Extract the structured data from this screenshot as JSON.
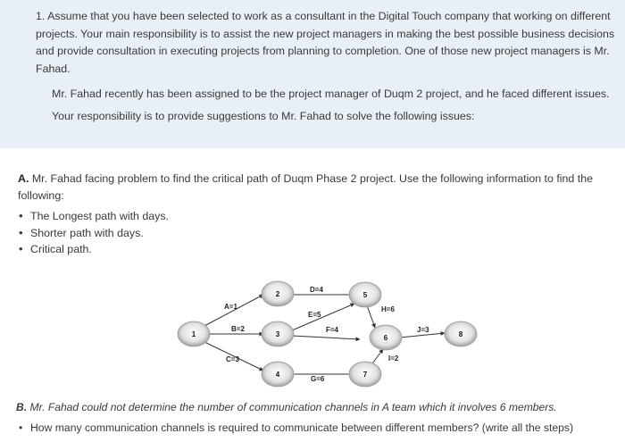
{
  "question1": {
    "number": "1.",
    "intro": "Assume that you have been selected to work as a consultant in the Digital Touch company that working on different projects. Your main responsibility is to assist the new project managers in making the best possible business decisions and provide consultation in executing projects from planning to completion. One of those new project managers is Mr. Fahad.",
    "context": "Mr. Fahad recently has been assigned to be the project manager of Duqm 2 project, and he faced different issues. Your responsibility is to provide suggestions to Mr. Fahad to solve the following issues:"
  },
  "partA": {
    "label": "A.",
    "text": "Mr. Fahad facing problem to find the critical path of Duqm Phase 2 project. Use the following information to find the following:",
    "bullets": [
      "The Longest path with days.",
      "Shorter path with days.",
      "Critical path."
    ]
  },
  "network": {
    "nodes": [
      "1",
      "2",
      "3",
      "4",
      "5",
      "6",
      "7",
      "8"
    ],
    "activities": [
      "A=1",
      "B=2",
      "C=3",
      "D=4",
      "E=5",
      "F=4",
      "G=6",
      "H=6",
      "I=2",
      "J=3"
    ]
  },
  "partB": {
    "label": "B.",
    "text": "Mr. Fahad could not determine the number of communication channels in A team which it involves 6 members.",
    "question": "How many communication channels is required to communicate between different members? (write all the steps)"
  }
}
